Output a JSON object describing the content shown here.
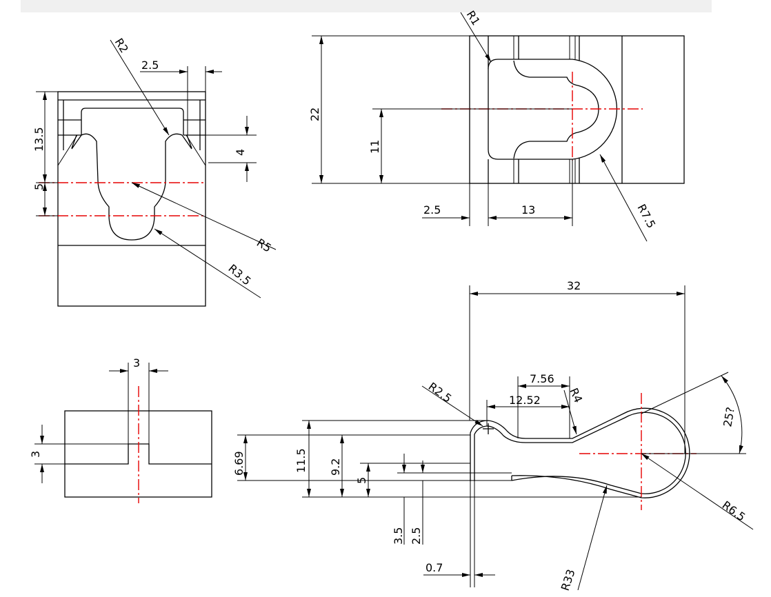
{
  "front_view": {
    "r2": "R2",
    "d2_5": "2.5",
    "d13_5": "13.5",
    "d5": "5",
    "d4": "4",
    "r5": "R5",
    "r3_5": "R3.5"
  },
  "top_view": {
    "r1": "R1",
    "d22": "22",
    "d11": "11",
    "d2_5": "2.5",
    "d13": "13",
    "r7_5": "R7.5"
  },
  "slot_view": {
    "d3_top": "3",
    "d3_left": "3"
  },
  "side_view": {
    "d32": "32",
    "d7_56": "7.56",
    "d12_52": "12.52",
    "r2_5": "R2.5",
    "r4": "R4",
    "a25": "25?",
    "d6_69": "6.69",
    "d11_5": "11.5",
    "d9_2": "9.2",
    "d5": "5",
    "d3_5": "3.5",
    "d2_5": "2.5",
    "d0_7": "0.7",
    "r33": "R33",
    "r6_5": "R6.5"
  }
}
